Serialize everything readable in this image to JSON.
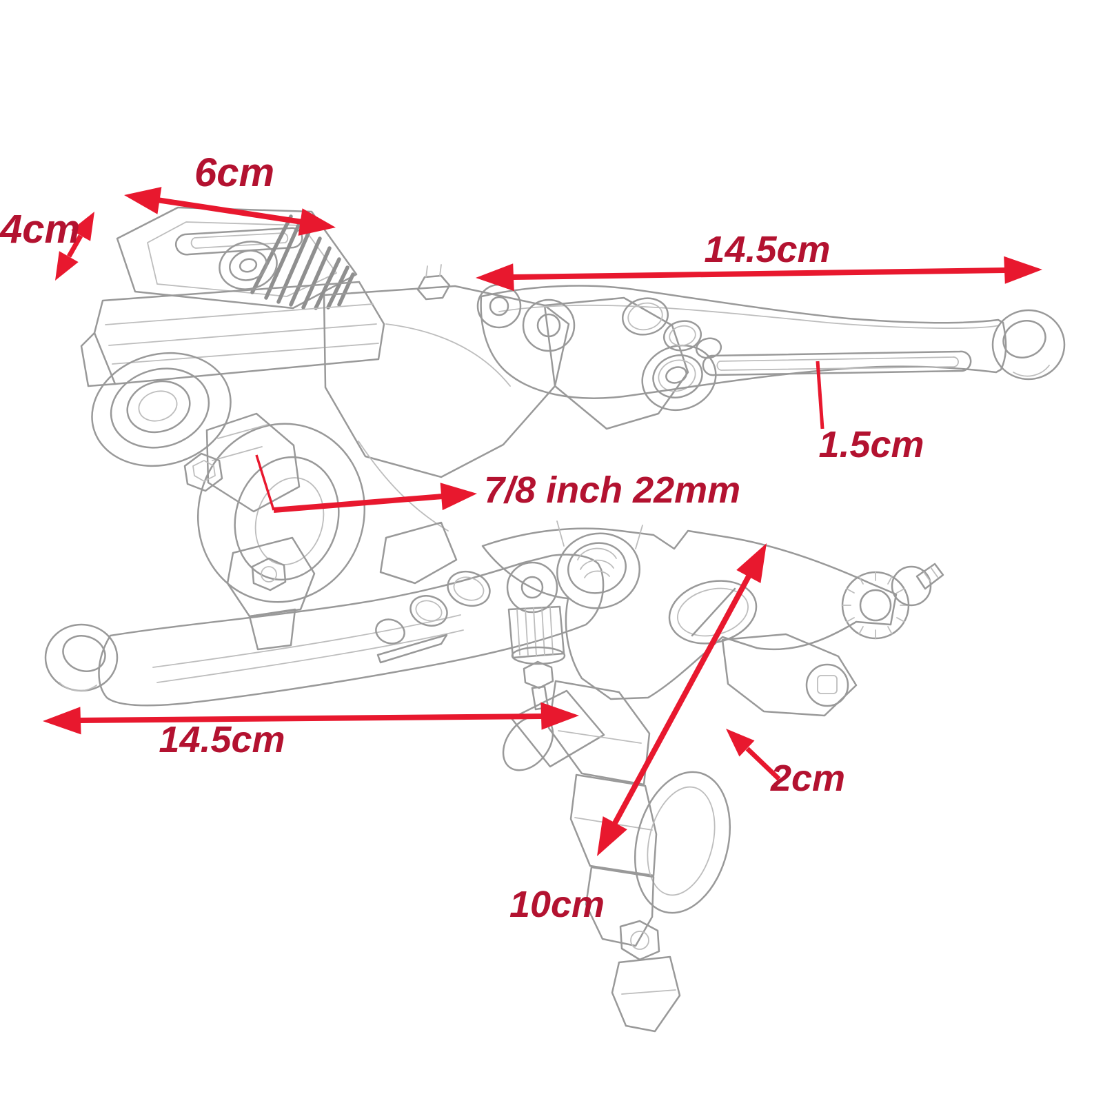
{
  "page": {
    "type": "product-dimension-diagram",
    "background": "#ffffff",
    "subject": "motorcycle brake and clutch lever set line drawing with measurements"
  },
  "colors": {
    "arrow_red": "#e8182e",
    "label_red": "#b31230",
    "sketch_gray": "#999999"
  },
  "sketches": {
    "top": "brake-master-cylinder-lever-sketch",
    "bottom": "clutch-lever-perch-sketch"
  },
  "annotations": {
    "reservoir_width": {
      "label": "6cm"
    },
    "reservoir_depth": {
      "label": "4cm"
    },
    "lever_length_top": {
      "label": "14.5cm"
    },
    "lever_thickness": {
      "label": "1.5cm"
    },
    "handlebar_diameter": {
      "label": "7/8 inch 22mm"
    },
    "lever_length_bottom": {
      "label": "14.5cm"
    },
    "clamp_height": {
      "label": "10cm"
    },
    "body_edge_width": {
      "label": "2cm"
    }
  }
}
